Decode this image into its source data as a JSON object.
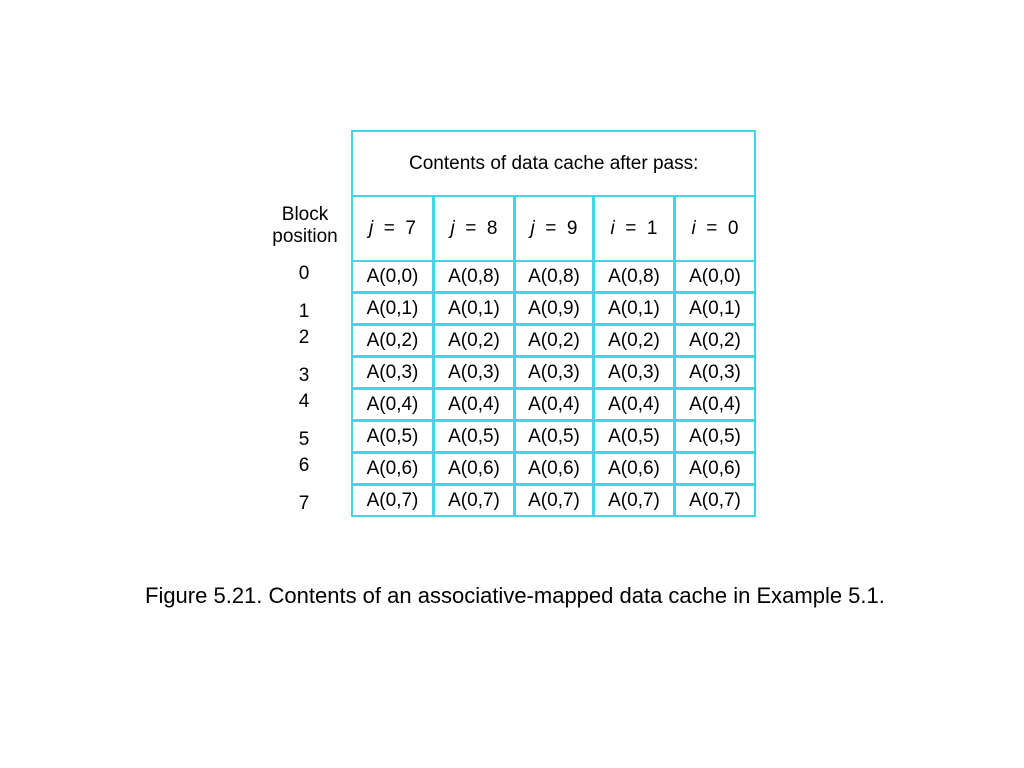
{
  "table": {
    "title": "Contents of data cache after pass:",
    "row_header_line1": "Block",
    "row_header_line2": "position",
    "columns": [
      {
        "var": "j",
        "eq": "=",
        "val": "7"
      },
      {
        "var": "j",
        "eq": "=",
        "val": "8"
      },
      {
        "var": "j",
        "eq": "=",
        "val": "9"
      },
      {
        "var": "i",
        "eq": "=",
        "val": "1"
      },
      {
        "var": "i",
        "eq": "=",
        "val": "0"
      }
    ],
    "rows": [
      {
        "position": "0",
        "cells": [
          "A(0,0)",
          "A(0,8)",
          "A(0,8)",
          "A(0,8)",
          "A(0,0)"
        ]
      },
      {
        "position": "1",
        "cells": [
          "A(0,1)",
          "A(0,1)",
          "A(0,9)",
          "A(0,1)",
          "A(0,1)"
        ]
      },
      {
        "position": "2",
        "cells": [
          "A(0,2)",
          "A(0,2)",
          "A(0,2)",
          "A(0,2)",
          "A(0,2)"
        ]
      },
      {
        "position": "3",
        "cells": [
          "A(0,3)",
          "A(0,3)",
          "A(0,3)",
          "A(0,3)",
          "A(0,3)"
        ]
      },
      {
        "position": "4",
        "cells": [
          "A(0,4)",
          "A(0,4)",
          "A(0,4)",
          "A(0,4)",
          "A(0,4)"
        ]
      },
      {
        "position": "5",
        "cells": [
          "A(0,5)",
          "A(0,5)",
          "A(0,5)",
          "A(0,5)",
          "A(0,5)"
        ]
      },
      {
        "position": "6",
        "cells": [
          "A(0,6)",
          "A(0,6)",
          "A(0,6)",
          "A(0,6)",
          "A(0,6)"
        ]
      },
      {
        "position": "7",
        "cells": [
          "A(0,7)",
          "A(0,7)",
          "A(0,7)",
          "A(0,7)",
          "A(0,7)"
        ]
      }
    ]
  },
  "caption": "Figure 5.21.  Contents of an associative-mapped data cache in Example 5.1.",
  "colors": {
    "border": "#3fd7e6",
    "text": "#000000",
    "background": "#ffffff"
  }
}
